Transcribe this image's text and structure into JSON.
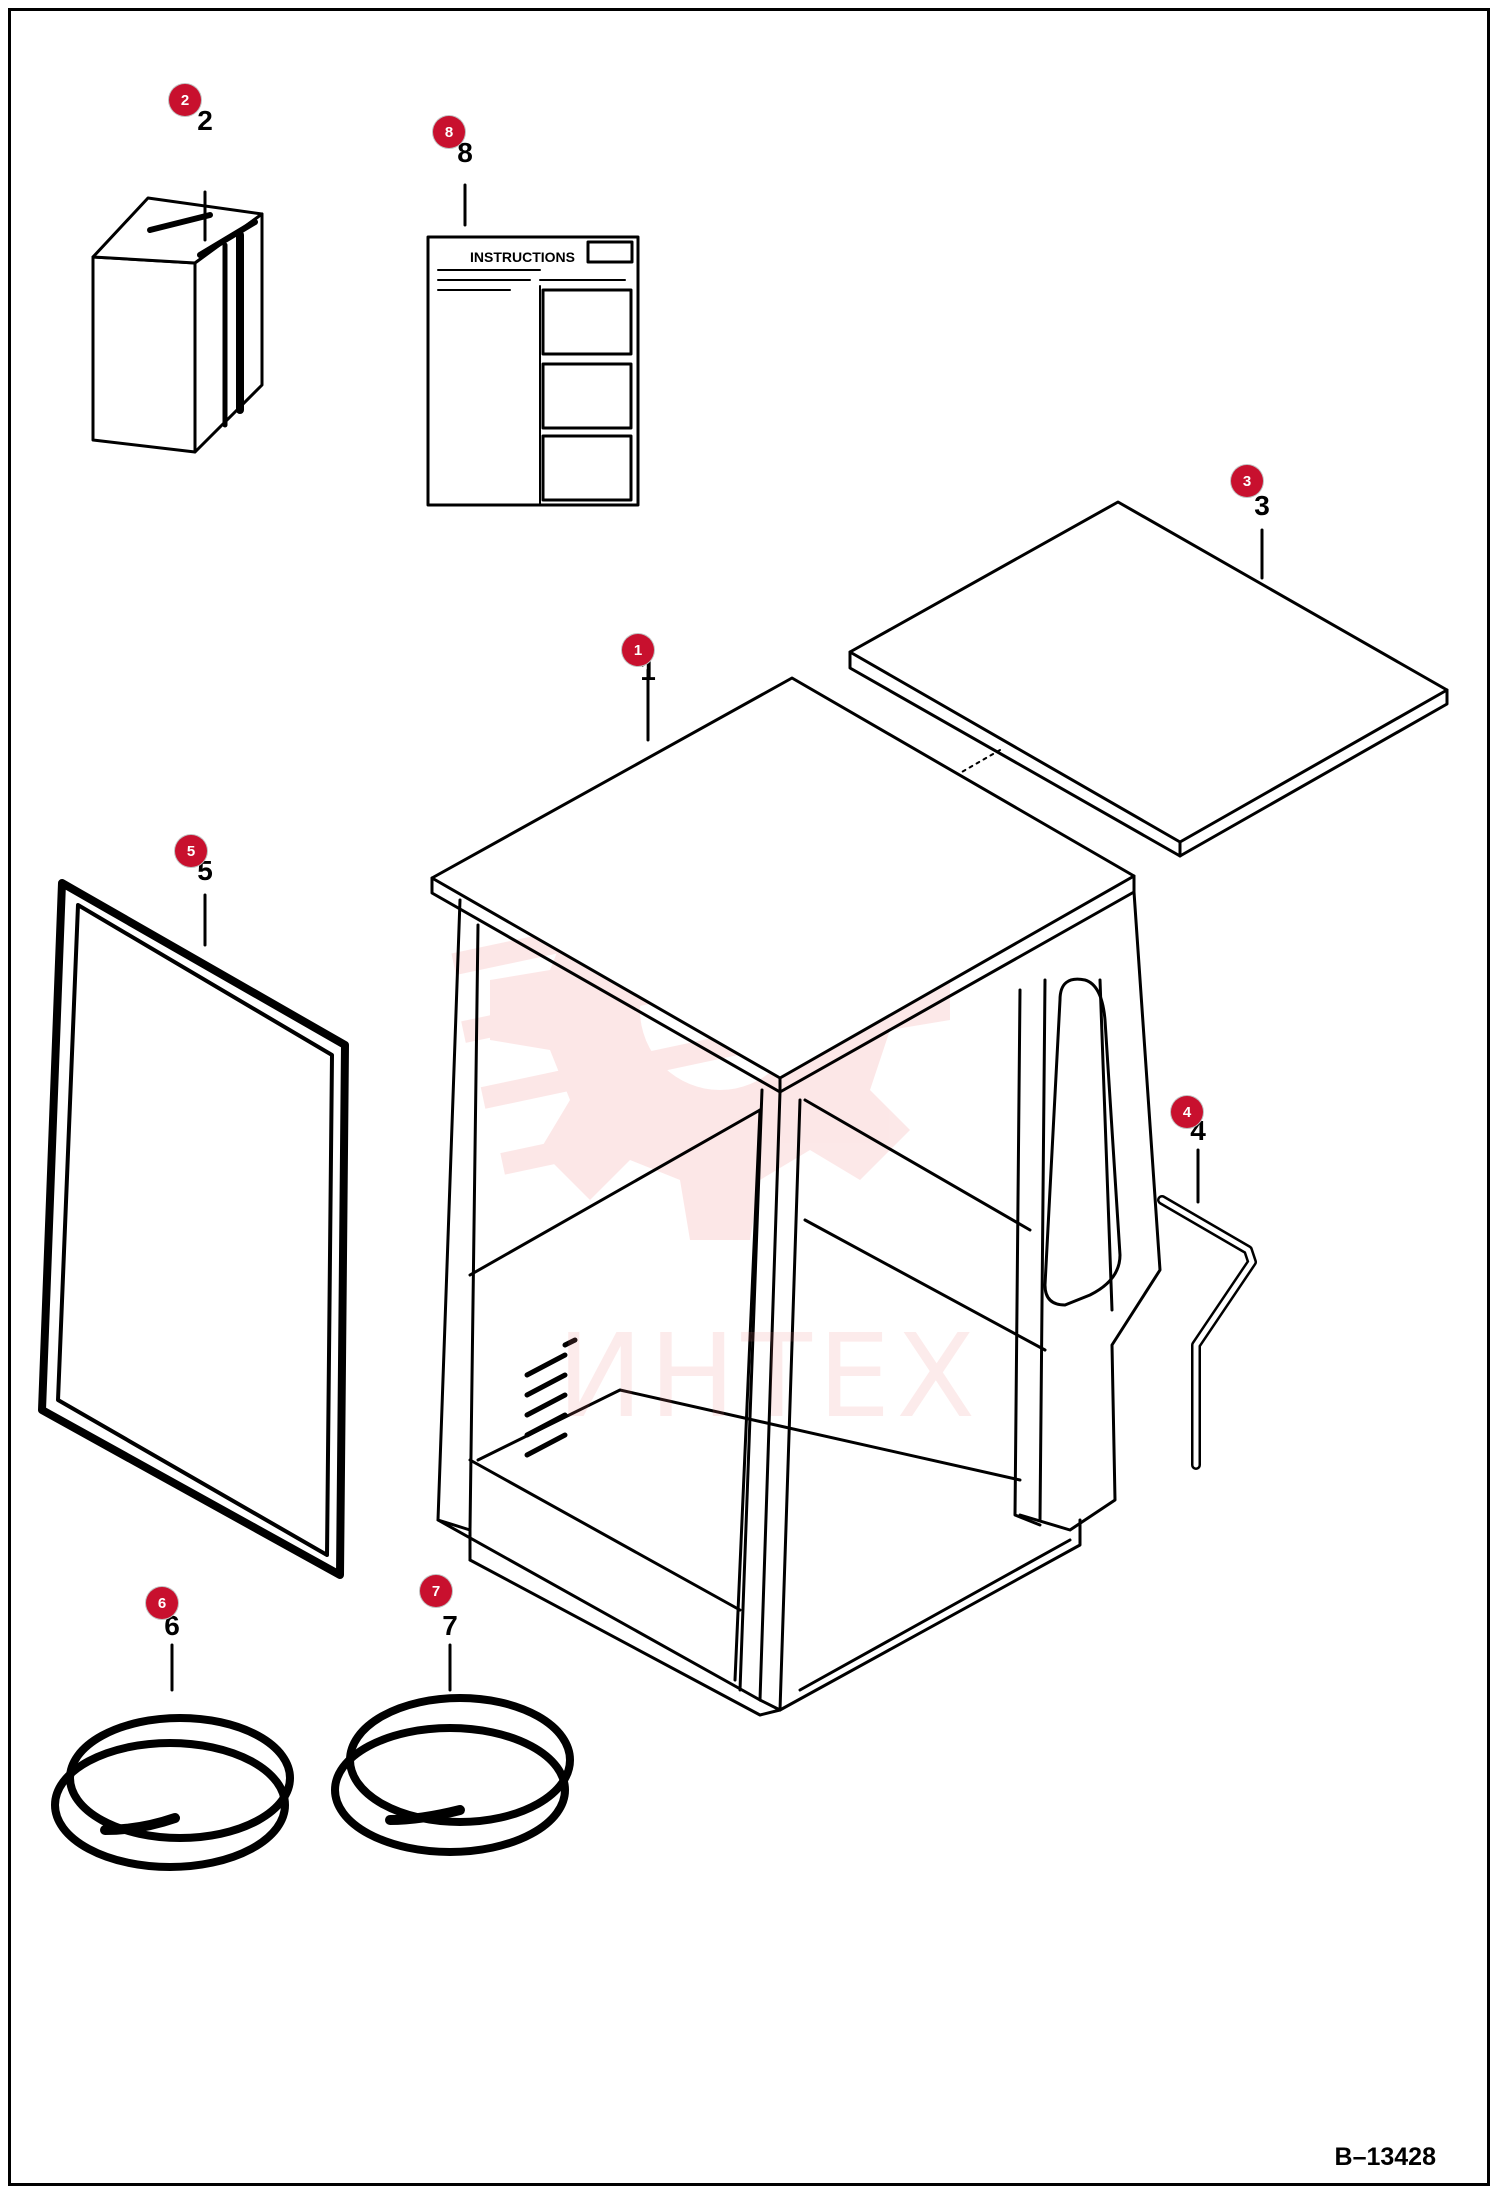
{
  "diagram": {
    "reference_code": "B–13428",
    "watermark_text": "ИНТЕХ",
    "colors": {
      "callout": "#c8102e",
      "ink": "#000000",
      "watermark": "#f08080"
    },
    "parts": [
      {
        "number": "1"
      },
      {
        "number": "2"
      },
      {
        "number": "3"
      },
      {
        "number": "4"
      },
      {
        "number": "5"
      },
      {
        "number": "6"
      },
      {
        "number": "7"
      },
      {
        "number": "8"
      }
    ],
    "instruction_sheet": {
      "heading": "INSTRUCTIONS"
    }
  }
}
